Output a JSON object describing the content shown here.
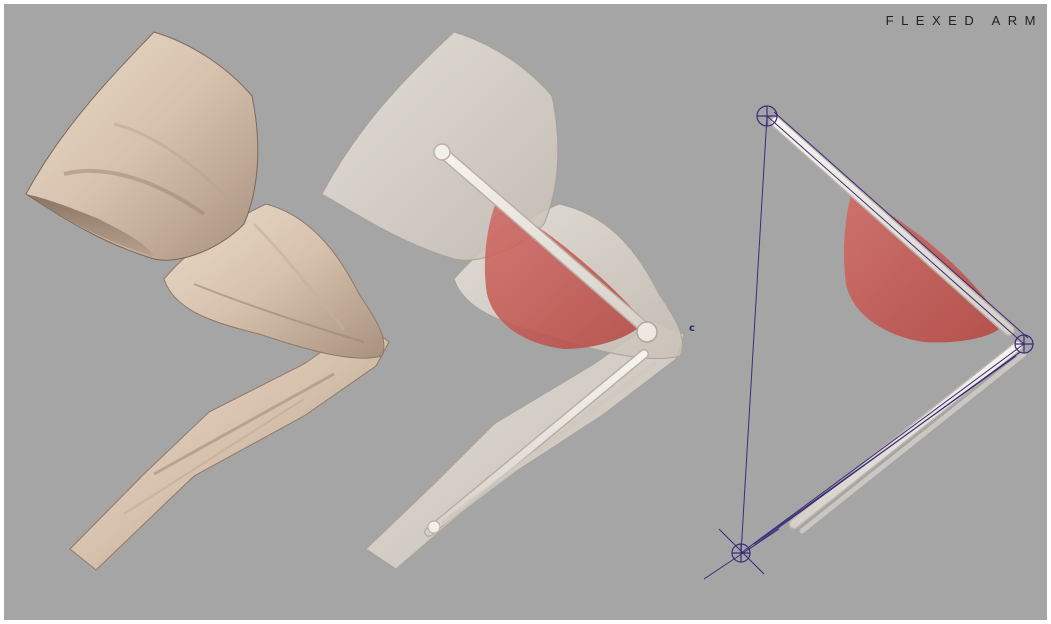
{
  "title": "FLEXED ARM",
  "joint_label": "c",
  "colors": {
    "background": "#a5a5a5",
    "skin": "#d9c5b1",
    "muscle": "#c5534f",
    "bone": "#ece8e2",
    "rig_line": "#3a2b7a"
  },
  "panels": [
    {
      "name": "skin-arm",
      "icon": "flexed-arm-skin"
    },
    {
      "name": "xray-arm",
      "icon": "flexed-arm-muscle-bone"
    },
    {
      "name": "rig-arm",
      "icon": "flexed-arm-rig"
    }
  ]
}
